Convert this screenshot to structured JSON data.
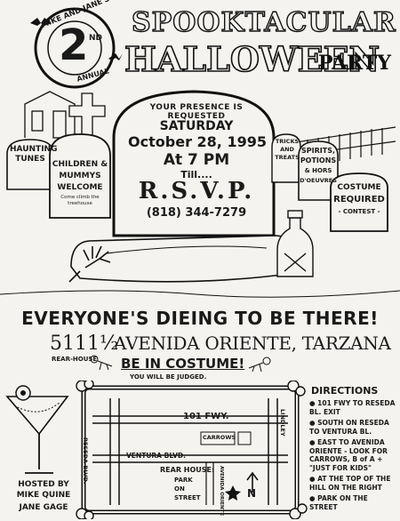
{
  "badge": {
    "top_text": "MIKE AND JANE'S",
    "number": "2",
    "suffix": "ND",
    "bottom_text": "ANNUAL"
  },
  "title": {
    "line1": "SPOOKTACULAR",
    "line2": "HALLOWEEN",
    "line3": "PARTY"
  },
  "tombstone": {
    "arc_text": "YOUR PRESENCE IS REQUESTED",
    "day": "SATURDAY",
    "date": "October 28, 1995",
    "time": "At 7 PM",
    "till": "Till....",
    "rsvp": "R.S.V.P.",
    "phone": "(818) 344-7279"
  },
  "small_stones": {
    "haunting": "HAUNTING TUNES",
    "children_line1": "CHILDREN &",
    "children_line2": "MUMMYS",
    "children_line3": "WELCOME",
    "children_note": "Come climb the treehouse",
    "tricks": "TRICKS AND TREATS",
    "spirits_line1": "SPIRITS,",
    "spirits_line2": "POTIONS",
    "spirits_line3": "& HORS",
    "spirits_line4": "D'OEUVRES",
    "costume_line1": "COSTUME",
    "costume_line2": "REQUIRED",
    "costume_line3": "- CONTEST -"
  },
  "headline": "EVERYONE'S DIEING TO BE THERE!",
  "address": {
    "number": "5111½",
    "rear_house": "REAR-HOUSE",
    "street": "AVENIDA ORIENTE, TARZANA"
  },
  "costume_note": "BE IN COSTUME!",
  "judged_note": "YOU WILL BE JUDGED.",
  "map": {
    "freeway": "101 FWY.",
    "reseda": "RESEDA BLVD.",
    "ventura": "VENTURA BLVD.",
    "carrows": "CARROWS",
    "lindley": "LINDLEY",
    "rear_house_line1": "REAR HOUSE:",
    "rear_house_line2": "PARK",
    "rear_house_line3": "ON",
    "rear_house_line4": "STREET",
    "oriente": "AVENIDA ORIENTE",
    "north": "N"
  },
  "directions": {
    "heading": "DIRECTIONS",
    "steps": [
      "101 FWY TO RESEDA BL. EXIT",
      "SOUTH ON RESEDA TO VENTURA BL.",
      "EAST TO AVENIDA ORIENTE - LOOK FOR CARROWS, B of A + \"JUST FOR KIDS\"",
      "AT THE TOP OF THE HILL ON THE RIGHT",
      "PARK ON THE STREET"
    ]
  },
  "hosts": {
    "label": "HOSTED BY",
    "name1": "MIKE QUINE",
    "name2": "JANE GAGE"
  }
}
